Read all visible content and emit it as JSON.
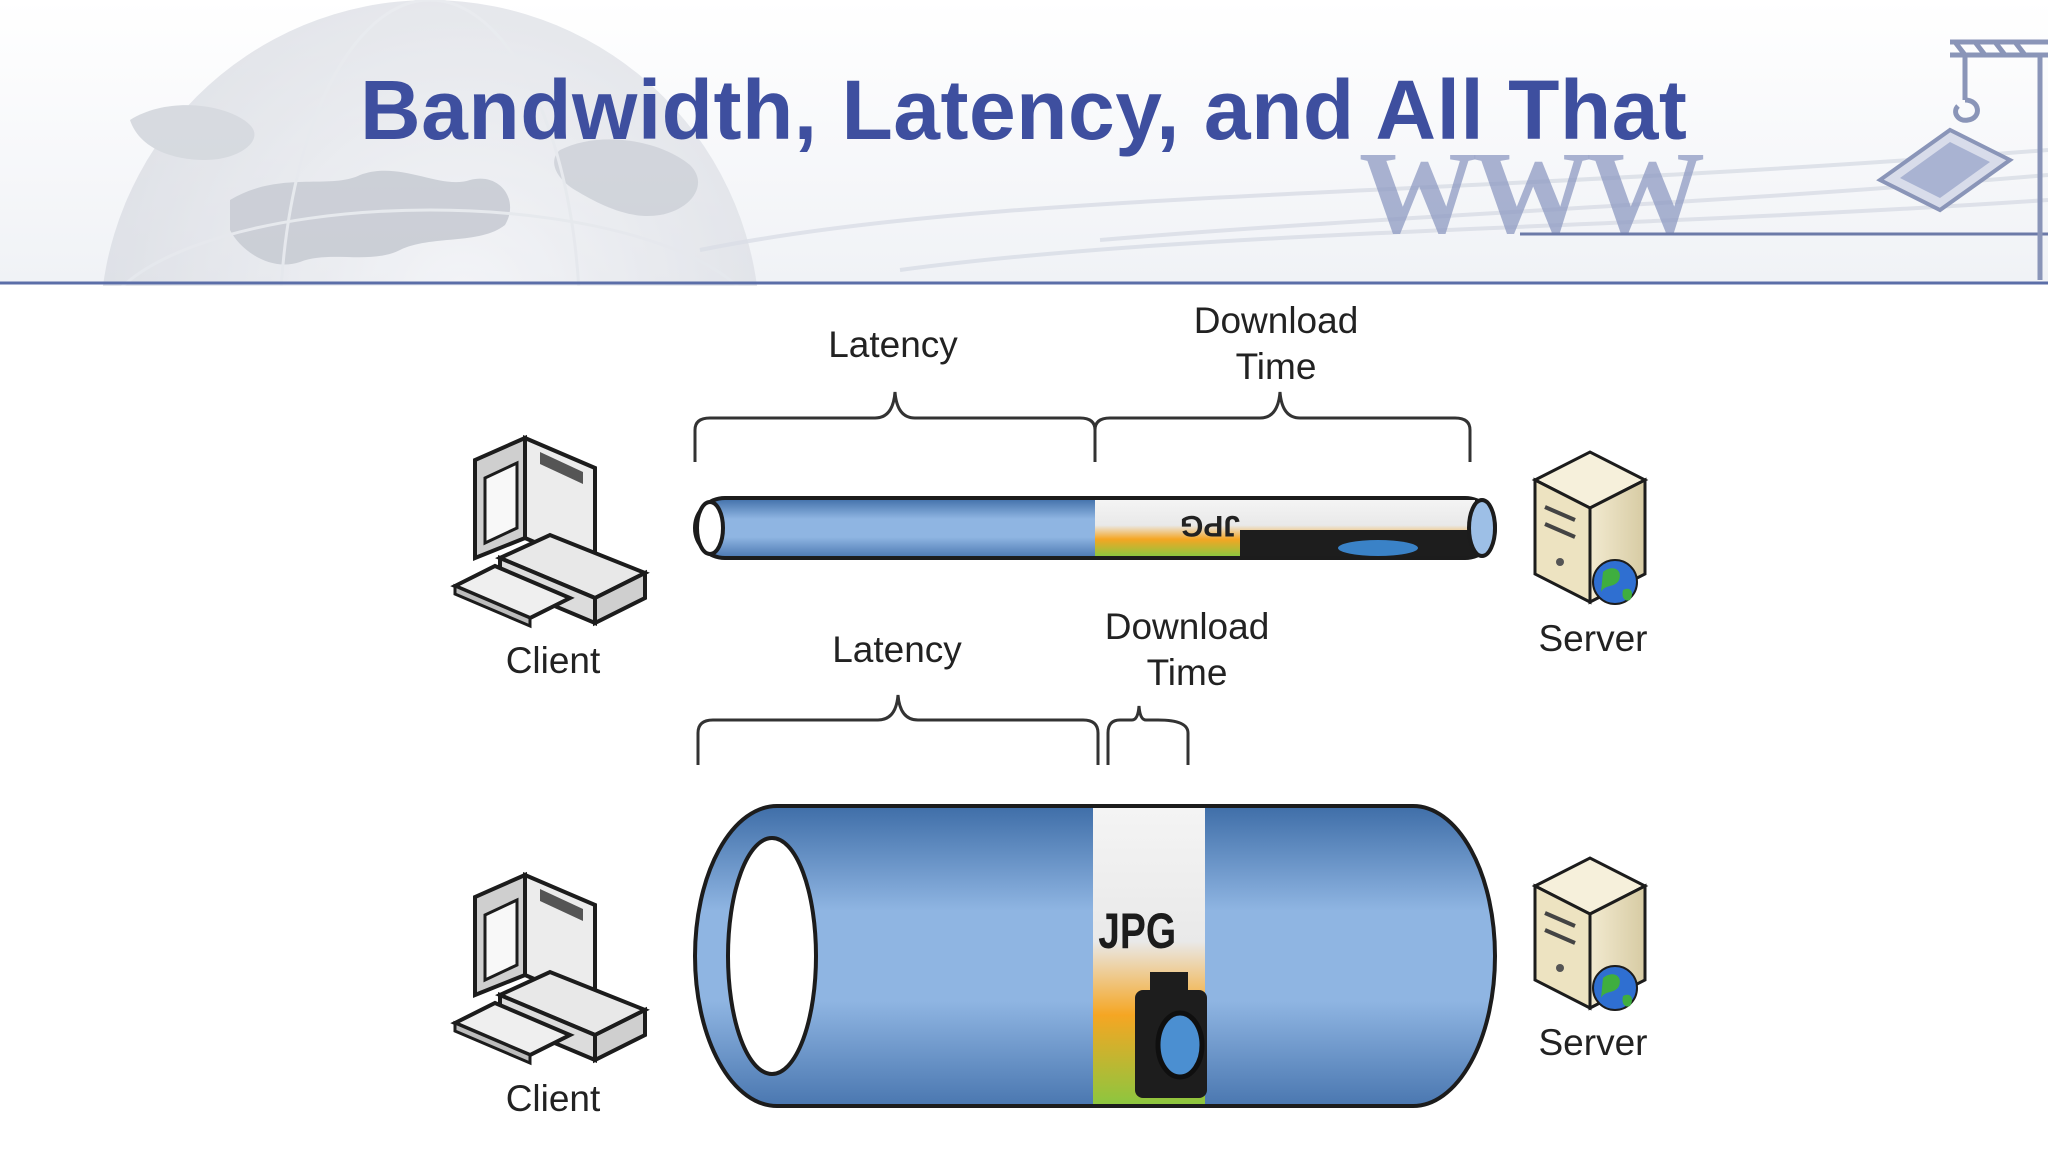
{
  "slide": {
    "title": "Bandwidth, Latency, and All That",
    "logo_letters": "WWW"
  },
  "colors": {
    "title": "#3e4f9f",
    "pipe_blue": "#7fa7d6",
    "pipe_dark": "#4a76ad",
    "header_line": "#5b6ea8"
  },
  "diagram": {
    "top": {
      "latency_label": "Latency",
      "download_label_line1": "Download",
      "download_label_line2": "Time",
      "client_label": "Client",
      "server_label": "Server",
      "file_label": "JPG"
    },
    "bottom": {
      "latency_label": "Latency",
      "download_label_line1": "Download",
      "download_label_line2": "Time",
      "client_label": "Client",
      "server_label": "Server",
      "file_label": "JPG"
    }
  },
  "icons": {
    "client": "desktop-computer-icon",
    "server": "server-tower-icon",
    "globe": "globe-icon",
    "camera": "camera-icon"
  }
}
